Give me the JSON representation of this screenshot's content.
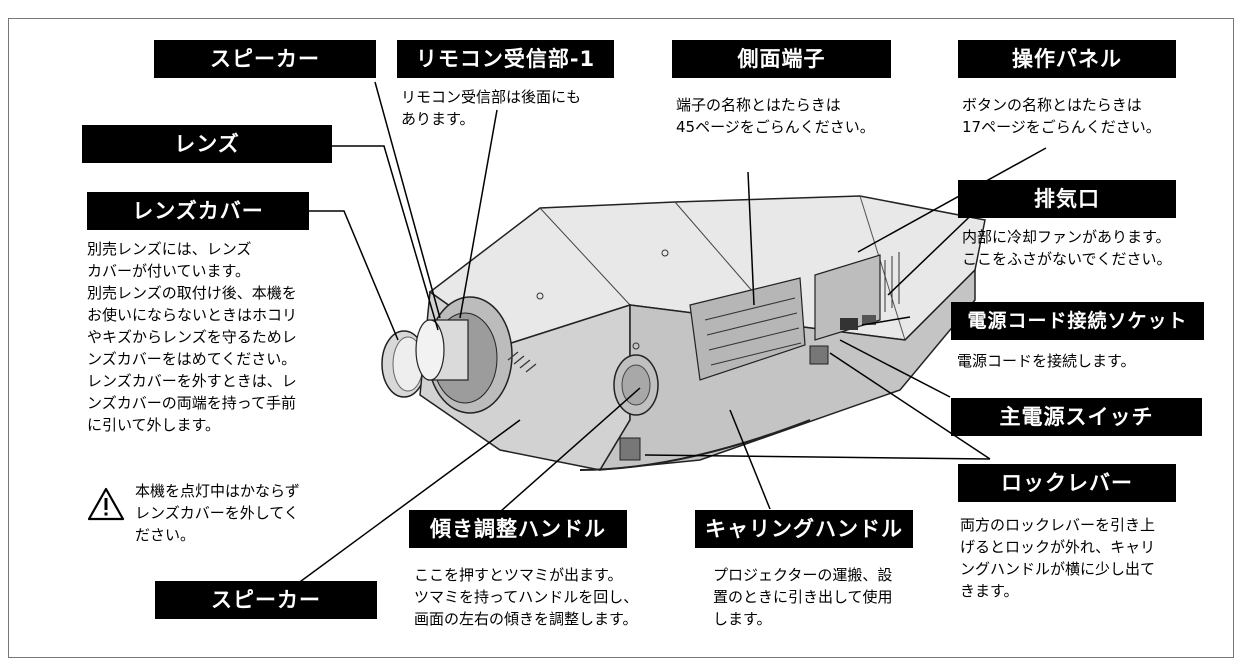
{
  "labels": {
    "speaker_top": "スピーカー",
    "remote_receiver": "リモコン受信部-1",
    "side_terminal": "側面端子",
    "control_panel": "操作パネル",
    "lens": "レンズ",
    "lens_cover": "レンズカバー",
    "exhaust": "排気口",
    "power_socket": "電源コード接続ソケット",
    "main_switch": "主電源スイッチ",
    "lock_lever": "ロックレバー",
    "tilt_handle": "傾き調整ハンドル",
    "carry_handle": "キャリングハンドル",
    "speaker_bottom": "スピーカー"
  },
  "descriptions": {
    "remote_receiver": "リモコン受信部は後面にも\nあります。",
    "side_terminal": "端子の名称とはたらきは\n45ページをごらんください。",
    "control_panel": "ボタンの名称とはたらきは\n17ページをごらんください。",
    "lens_cover": "別売レンズには、レンズ\nカバーが付いています。\n別売レンズの取付け後、本機を\nお使いにならないときはホコリ\nやキズからレンズを守るためレ\nンズカバーをはめてください。\nレンズカバーを外すときは、レ\nンズカバーの両端を持って手前\nに引いて外します。",
    "lens_cover_warning": "本機を点灯中はかならず\nレンズカバーを外してく\nださい。",
    "exhaust": "内部に冷却ファンがあります。\nここをふさがないでください。",
    "power_socket": "電源コードを接続します。",
    "lock_lever": "両方のロックレバーを引き上\nげるとロックが外れ、キャリ\nングハンドルが横に少し出て\nきます。",
    "tilt_handle": "ここを押すとツマミが出ます。\nツマミを持ってハンドルを回し、\n画面の左右の傾きを調整します。",
    "carry_handle": "プロジェクターの運搬、設\n置のときに引き出して使用\nします。"
  },
  "colors": {
    "label_bg": "#000000",
    "label_text": "#ffffff",
    "body_light": "#e6e6e6",
    "body_mid": "#cfcfcf",
    "body_dark": "#9a9a9a",
    "outline": "#222222"
  }
}
